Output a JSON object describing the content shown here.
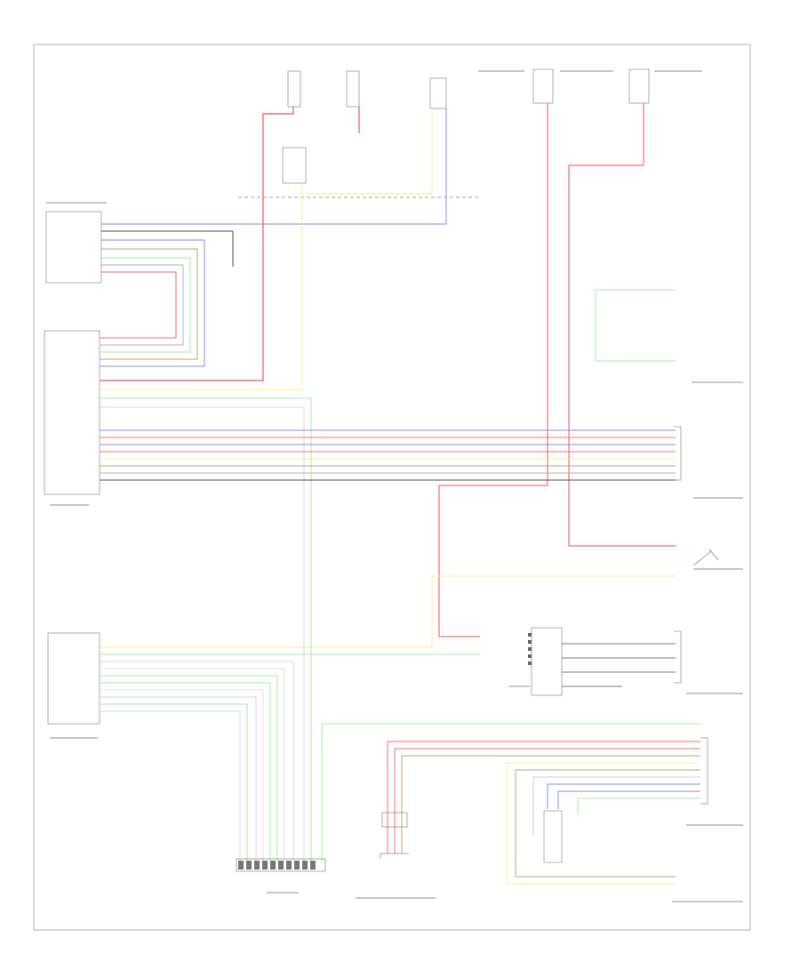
{
  "footer_code": "",
  "colors": {
    "red": "#f07070",
    "blue": "#8a8af0",
    "yellow": "#f0f090",
    "green": "#a0f0a0",
    "brown": "#c8a070",
    "gray": "#b4b4b4",
    "black": "#505050",
    "frame": "#b0b0b0"
  },
  "blocks": [
    {
      "name": "fuse-block-left"
    },
    {
      "name": "fuse-block-mid"
    },
    {
      "name": "fuse-block-right-1"
    },
    {
      "name": "fuse-block-right-2"
    },
    {
      "name": "upper-left-module"
    },
    {
      "name": "engine-control-module"
    },
    {
      "name": "central-electronic-module"
    },
    {
      "name": "relay-module"
    },
    {
      "name": "data-link-connector"
    }
  ]
}
